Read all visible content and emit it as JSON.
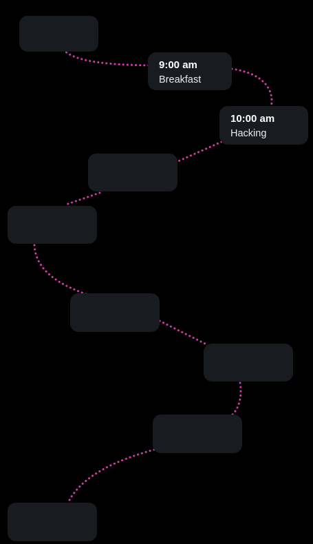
{
  "theme": {
    "background": "#000000",
    "card_background": "#181b20",
    "path_color": "#d63aa8",
    "text_color": "#ffffff"
  },
  "schedule": {
    "cards": [
      {
        "time": "",
        "label": ""
      },
      {
        "time": "9:00 am",
        "label": "Breakfast"
      },
      {
        "time": "10:00 am",
        "label": "Hacking"
      },
      {
        "time": "",
        "label": ""
      },
      {
        "time": "",
        "label": ""
      },
      {
        "time": "",
        "label": ""
      },
      {
        "time": "",
        "label": ""
      },
      {
        "time": "",
        "label": ""
      },
      {
        "time": "",
        "label": ""
      }
    ]
  }
}
